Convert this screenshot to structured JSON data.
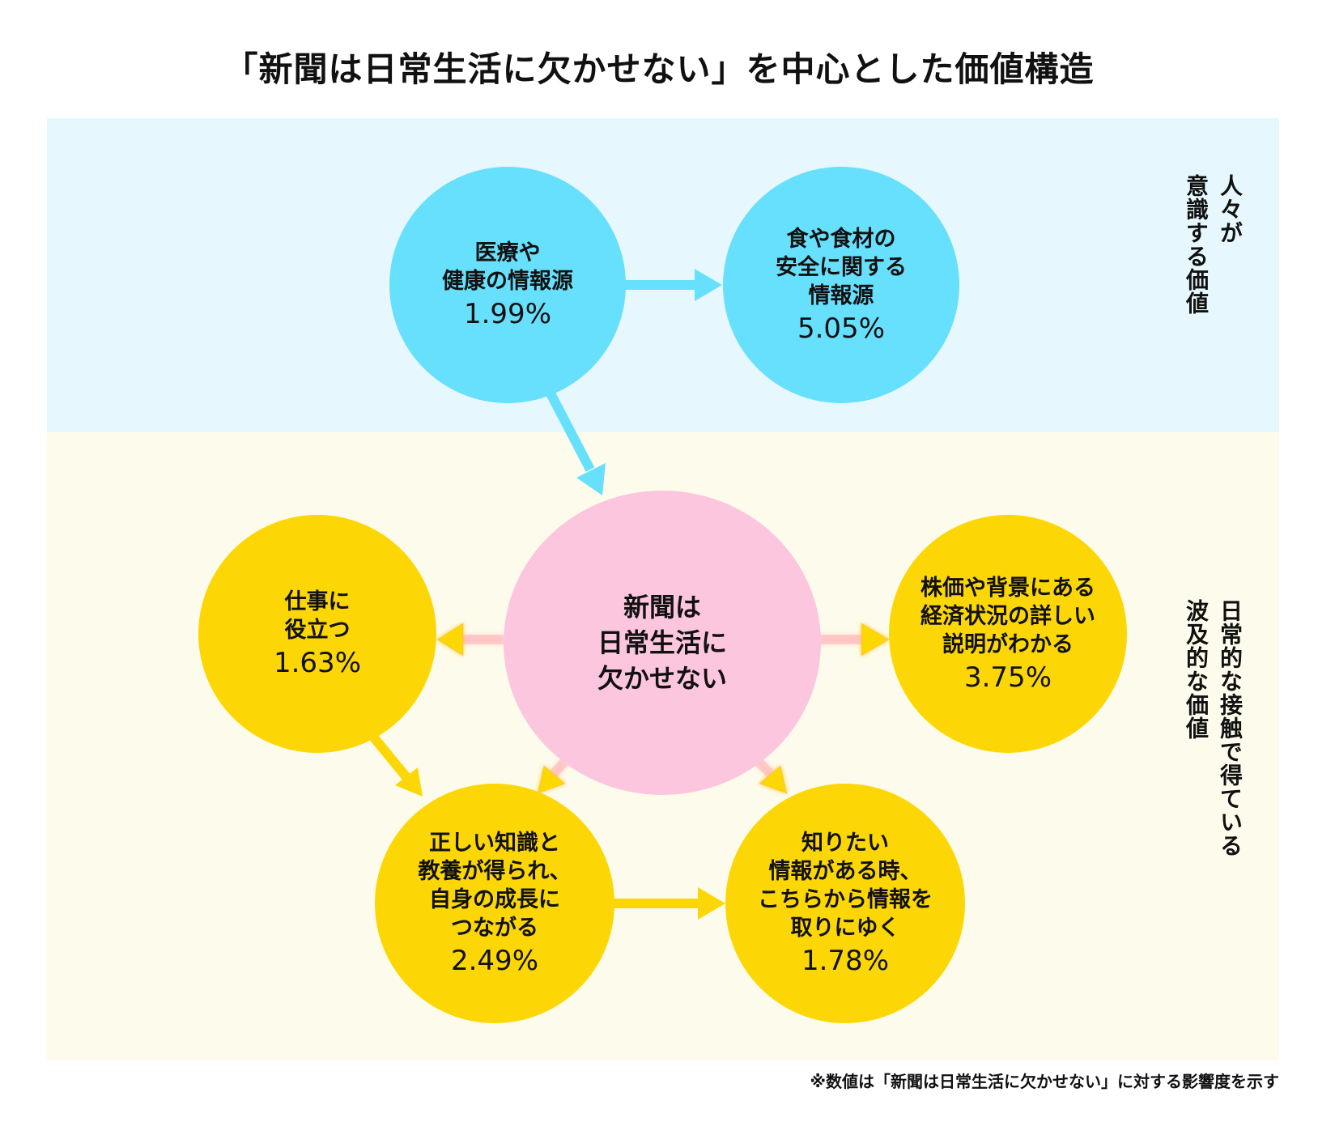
{
  "title": "「新聞は日常生活に欠かせない」を中心とした価値構造",
  "colors": {
    "top_band": "#e6f8fd",
    "bottom_band": "#fdfcec",
    "blue_circle": "#66e0fd",
    "yellow_circle": "#fcd705",
    "center_circle": "#fcc6df",
    "blue_arrow": "#66e0fd",
    "yellow_arrow": "#fcd705",
    "arrow_glow": "#ff9aa2"
  },
  "band_labels": {
    "top": "人々が\n意識する価値",
    "bottom": "日常的な接触で得ている\n波及的な価値"
  },
  "center": {
    "label": "新聞は\n日常生活に\n欠かせない"
  },
  "nodes": {
    "medical": {
      "label": "医療や\n健康の情報源",
      "value": "1.99%"
    },
    "food": {
      "label": "食や食材の\n安全に関する\n情報源",
      "value": "5.05%"
    },
    "work": {
      "label": "仕事に\n役立つ",
      "value": "1.63%"
    },
    "economy": {
      "label": "株価や背景にある\n経済状況の詳しい\n説明がわかる",
      "value": "3.75%"
    },
    "knowledge": {
      "label": "正しい知識と\n教養が得られ、\n自身の成長に\nつながる",
      "value": "2.49%"
    },
    "seek": {
      "label": "知りたい\n情報がある時、\nこちらから情報を\n取りにゆく",
      "value": "1.78%"
    }
  },
  "footnote": "※数値は「新聞は日常生活に欠かせない」に対する影響度を示す"
}
